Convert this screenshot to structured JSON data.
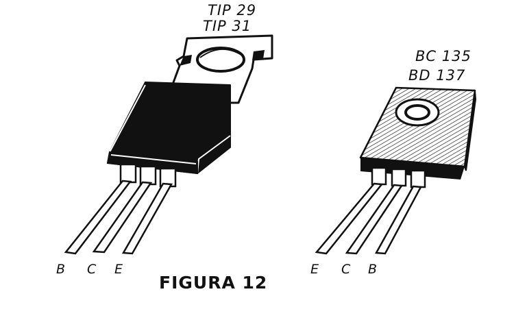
{
  "figure": {
    "caption": "FIGURA 12",
    "left_device": {
      "models": [
        "TIP 29",
        "TIP 31"
      ],
      "pins": [
        "B",
        "C",
        "E"
      ]
    },
    "right_device": {
      "models": [
        "BC 135",
        "BD 137"
      ],
      "pins": [
        "E",
        "C",
        "B"
      ]
    },
    "colors": {
      "ink": "#111111",
      "paper": "#ffffff"
    }
  }
}
